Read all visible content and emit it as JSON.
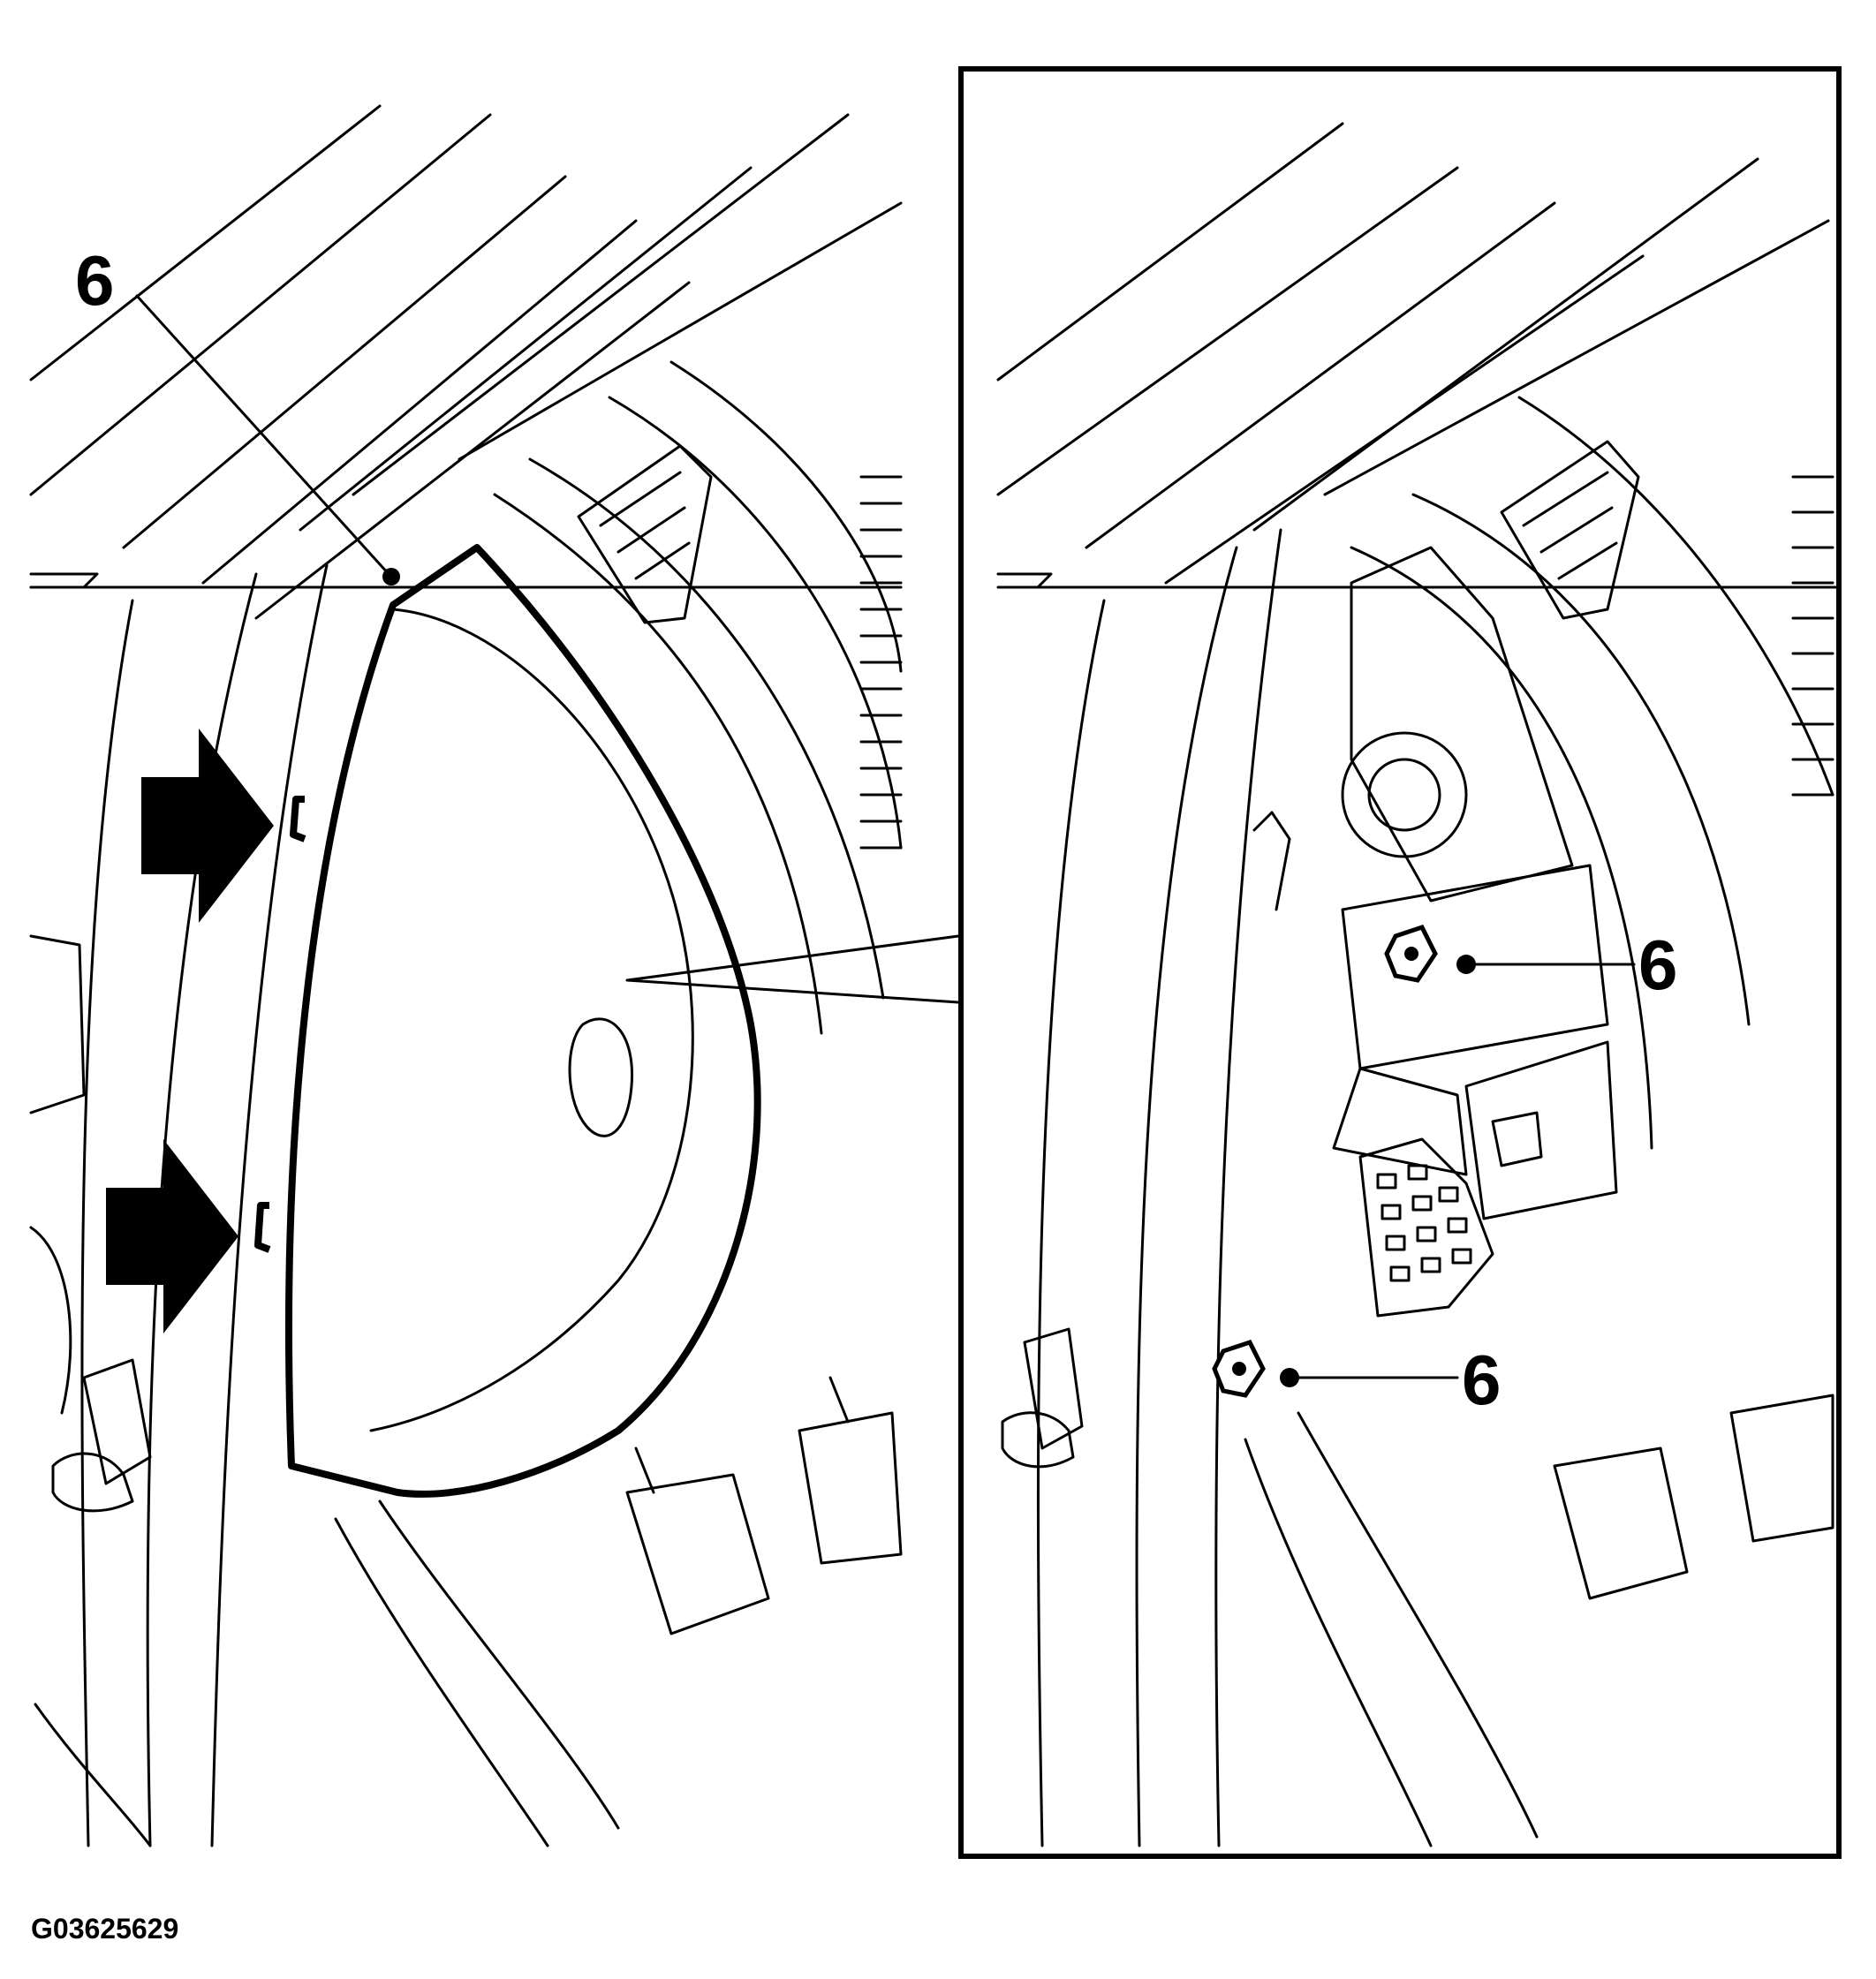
{
  "labels": {
    "left_callout": "6",
    "right_callout_upper": "6",
    "right_callout_lower": "6"
  },
  "figure_id": "G03625629",
  "colors": {
    "ink": "#000000",
    "paper": "#ffffff"
  },
  "icons": {
    "arrow": "arrow-right-icon"
  }
}
